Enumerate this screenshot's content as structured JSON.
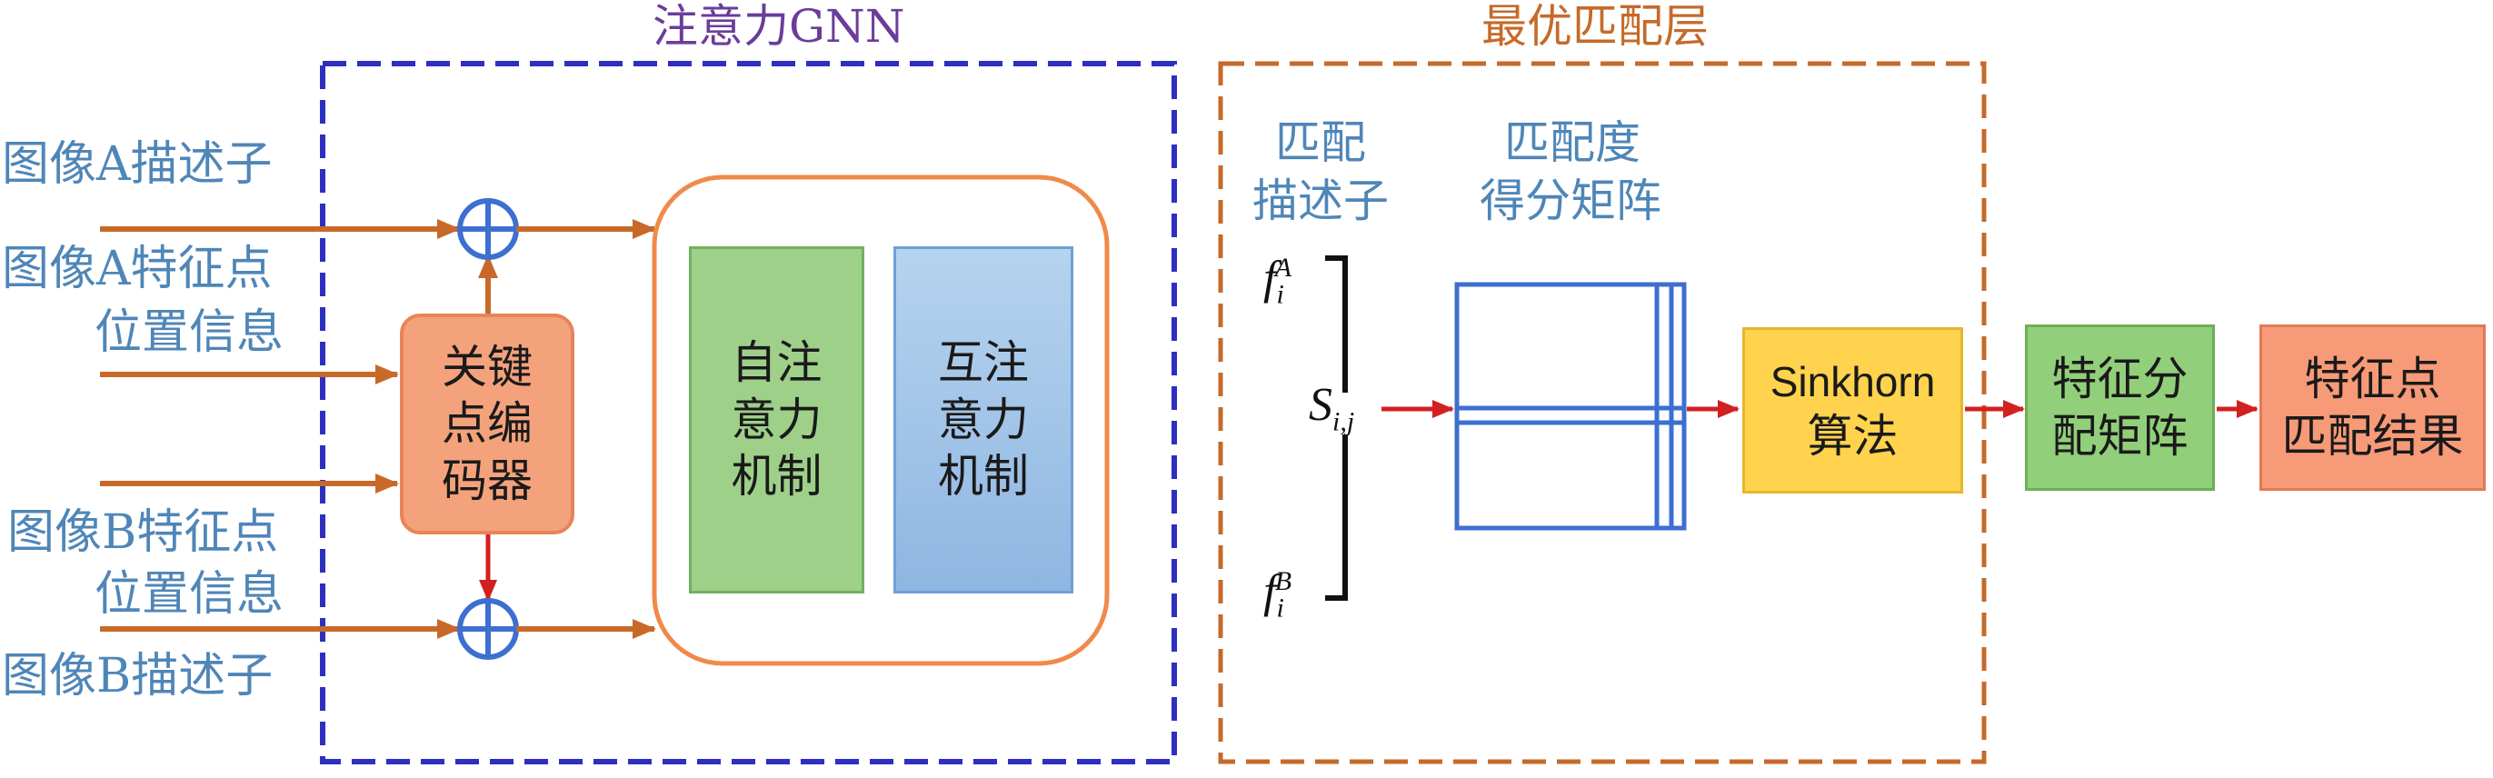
{
  "colors": {
    "gnn_border": "#2e2ec0",
    "gnn_title": "#6a3d9a",
    "match_border": "#c56a2a",
    "match_title": "#c56a2a",
    "label_text": "#4f86b8",
    "arrow_orange": "#c8692a",
    "arrow_red": "#d22020",
    "encoder_fill": "#f4a27c",
    "self_attn_fill": "#9ed08a",
    "cross_attn_fill": "#9fc2e6",
    "sinkhorn_fill": "#ffd34d",
    "assign_fill": "#92cf7a",
    "result_fill": "#f79a78",
    "matrix_stroke": "#3d6fd0"
  },
  "sections": {
    "gnn_title": "注意力GNN",
    "match_title": "最优匹配层"
  },
  "inputs": {
    "a_descriptor": "图像A描述子",
    "a_keypoint_line1": "图像A特征点",
    "a_keypoint_line2": "位置信息",
    "b_keypoint_line1": "图像B特征点",
    "b_keypoint_line2": "位置信息",
    "b_descriptor": "图像B描述子"
  },
  "blocks": {
    "encoder": "关键\n点编\n码器",
    "self_attention": "自注\n意力\n机制",
    "cross_attention": "互注\n意力\n机制",
    "sinkhorn_line1": "Sinkhorn",
    "sinkhorn_line2": "算法",
    "assignment": "特征分\n配矩阵",
    "result": "特征点\n匹配结果"
  },
  "matching": {
    "descriptor_label_line1": "匹配",
    "descriptor_label_line2": "描述子",
    "score_label_line1": "匹配度",
    "score_label_line2": "得分矩阵",
    "f_base": "f",
    "f_sub": "i",
    "f_sup_a": "A",
    "f_sup_b": "B",
    "s_base": "S",
    "s_sub": "i,j"
  },
  "icons": {
    "plus_top": "circle-plus-icon",
    "plus_bottom": "circle-plus-icon"
  }
}
